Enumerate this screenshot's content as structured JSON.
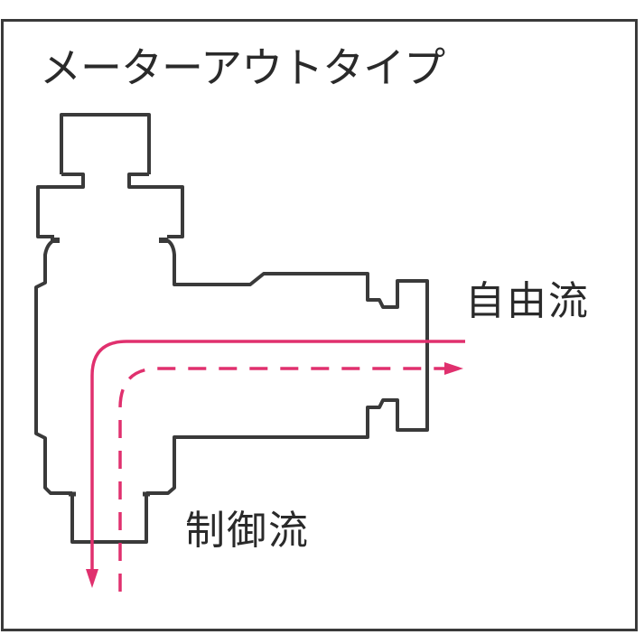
{
  "diagram": {
    "title": "メーターアウトタイプ",
    "labels": {
      "free_flow": "自由流",
      "controlled_flow": "制御流"
    },
    "colors": {
      "outline": "#3a3a3a",
      "flow_arrow": "#e0306e",
      "text": "#2a2a2a",
      "background": "#ffffff"
    },
    "flows": [
      {
        "name": "free_flow",
        "style": "solid",
        "direction": "from right to bottom (arrow points down)"
      },
      {
        "name": "controlled_flow",
        "style": "dashed",
        "direction": "from bottom to right (arrow points right)"
      }
    ],
    "component": "elbow fitting (speed controller) outline"
  }
}
